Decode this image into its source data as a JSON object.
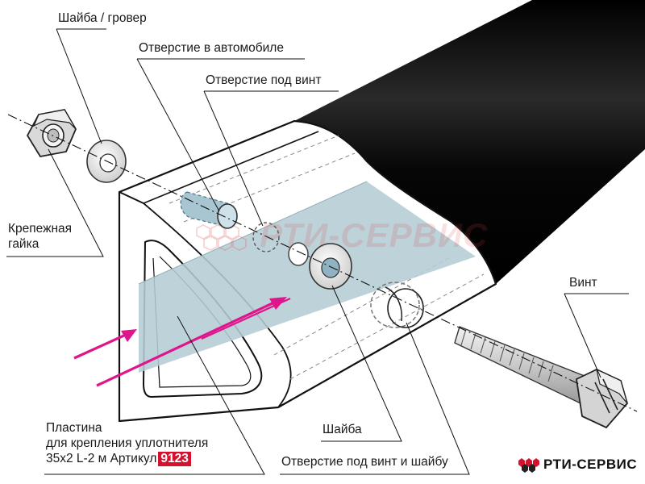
{
  "labels": {
    "washer_grover": "Шайба / гровер",
    "car_hole": "Отверстие в автомобиле",
    "screw_hole": "Отверстие под винт",
    "nut_line1": "Крепежная",
    "nut_line2": "гайка",
    "screw": "Винт",
    "washer": "Шайба",
    "screw_washer_hole": "Отверстие под винт и шайбу",
    "plate_line1": "Пластина",
    "plate_line2": "для крепления уплотнителя",
    "plate_line3": "35x2 L-2 м   Артикул",
    "article_number": "9123"
  },
  "watermark_text": "РТИ-СЕРВИС",
  "brand": {
    "name": "РТИ-СЕРВИС",
    "logo": "hexagon-cluster-logo"
  },
  "colors": {
    "plate": "#b4ccd4",
    "arrow": "#e0148c",
    "accent_red": "#d5122e",
    "black_tube": "#0a0a0a"
  }
}
